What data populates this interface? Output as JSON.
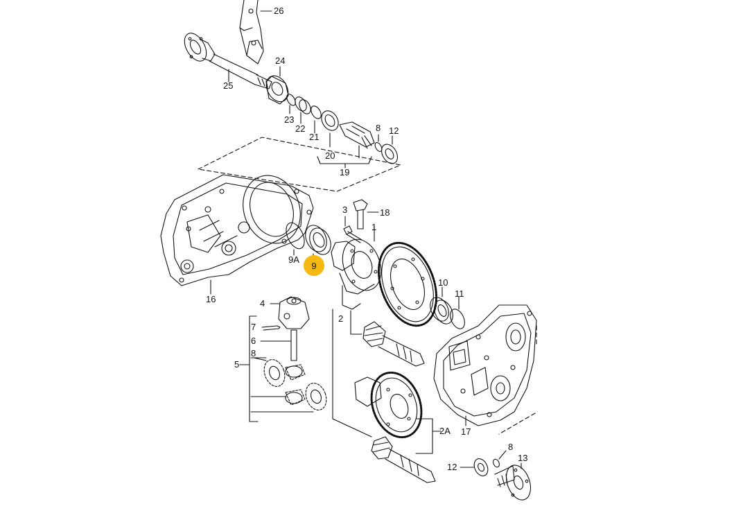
{
  "callouts": {
    "c26": "26",
    "c25": "25",
    "c24": "24",
    "c23": "23",
    "c22": "22",
    "c21": "21",
    "c20": "20",
    "c19": "19",
    "c8a": "8",
    "c12a": "12",
    "c3": "3",
    "c18": "18",
    "c1": "1",
    "c9a": "9A",
    "c9": "9",
    "c16": "16",
    "c4": "4",
    "c7": "7",
    "c6": "6",
    "c5": "5",
    "c8b": "8",
    "c2": "2",
    "c10": "10",
    "c11": "11",
    "c17": "17",
    "c2a": "2A",
    "c8c": "8",
    "c12b": "12",
    "c13": "13"
  },
  "highlighted_part": "9",
  "colors": {
    "highlight": "#f5b914",
    "line": "#111111",
    "background": "#ffffff"
  }
}
